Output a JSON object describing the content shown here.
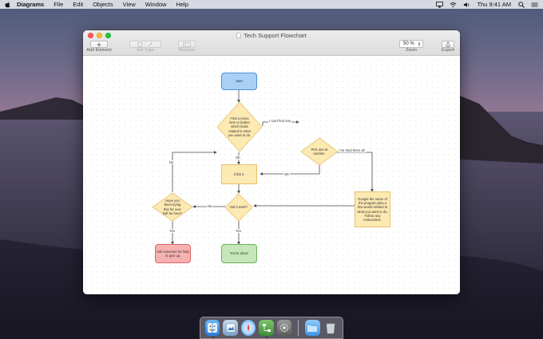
{
  "menubar": {
    "app": "Diagrams",
    "items": [
      "File",
      "Edit",
      "Objects",
      "View",
      "Window",
      "Help"
    ],
    "clock": "Thu 9:41 AM"
  },
  "window": {
    "title": "Tech Support Flowchart",
    "toolbar": {
      "add_element": "Add Element",
      "set_type": "Set Type",
      "rename": "Rename",
      "zoom_value": "50 %",
      "zoom_label": "Zoom",
      "export": "Export"
    }
  },
  "flowchart": {
    "nodes": {
      "start": "Start",
      "find_menu": "Find a menu item or button which looks related to what you want to do.",
      "pick_random": "Pick one at random.",
      "click_it": "Click it.",
      "did_it_work": "Did it work?",
      "google": "Google the name of the program plus a few words related to what you want to do. Follow any instructions.",
      "trying_hour": "Have you been trying this for over half an hour?",
      "ask_someone": "Ask someone for help or give up.",
      "done": "You're done!"
    },
    "edge_labels": {
      "cant_find": "I can't find one",
      "tried_all": "I've tried them all",
      "ok1": "OK",
      "ok2": "OK",
      "no_left": "No",
      "no_up": "No",
      "yes_down": "Yes",
      "yes_left": "Yes"
    }
  },
  "colors": {
    "start": "#a9d1f5",
    "process": "#fde9b2",
    "success": "#c5e6b8",
    "fail": "#f7b1b1"
  }
}
